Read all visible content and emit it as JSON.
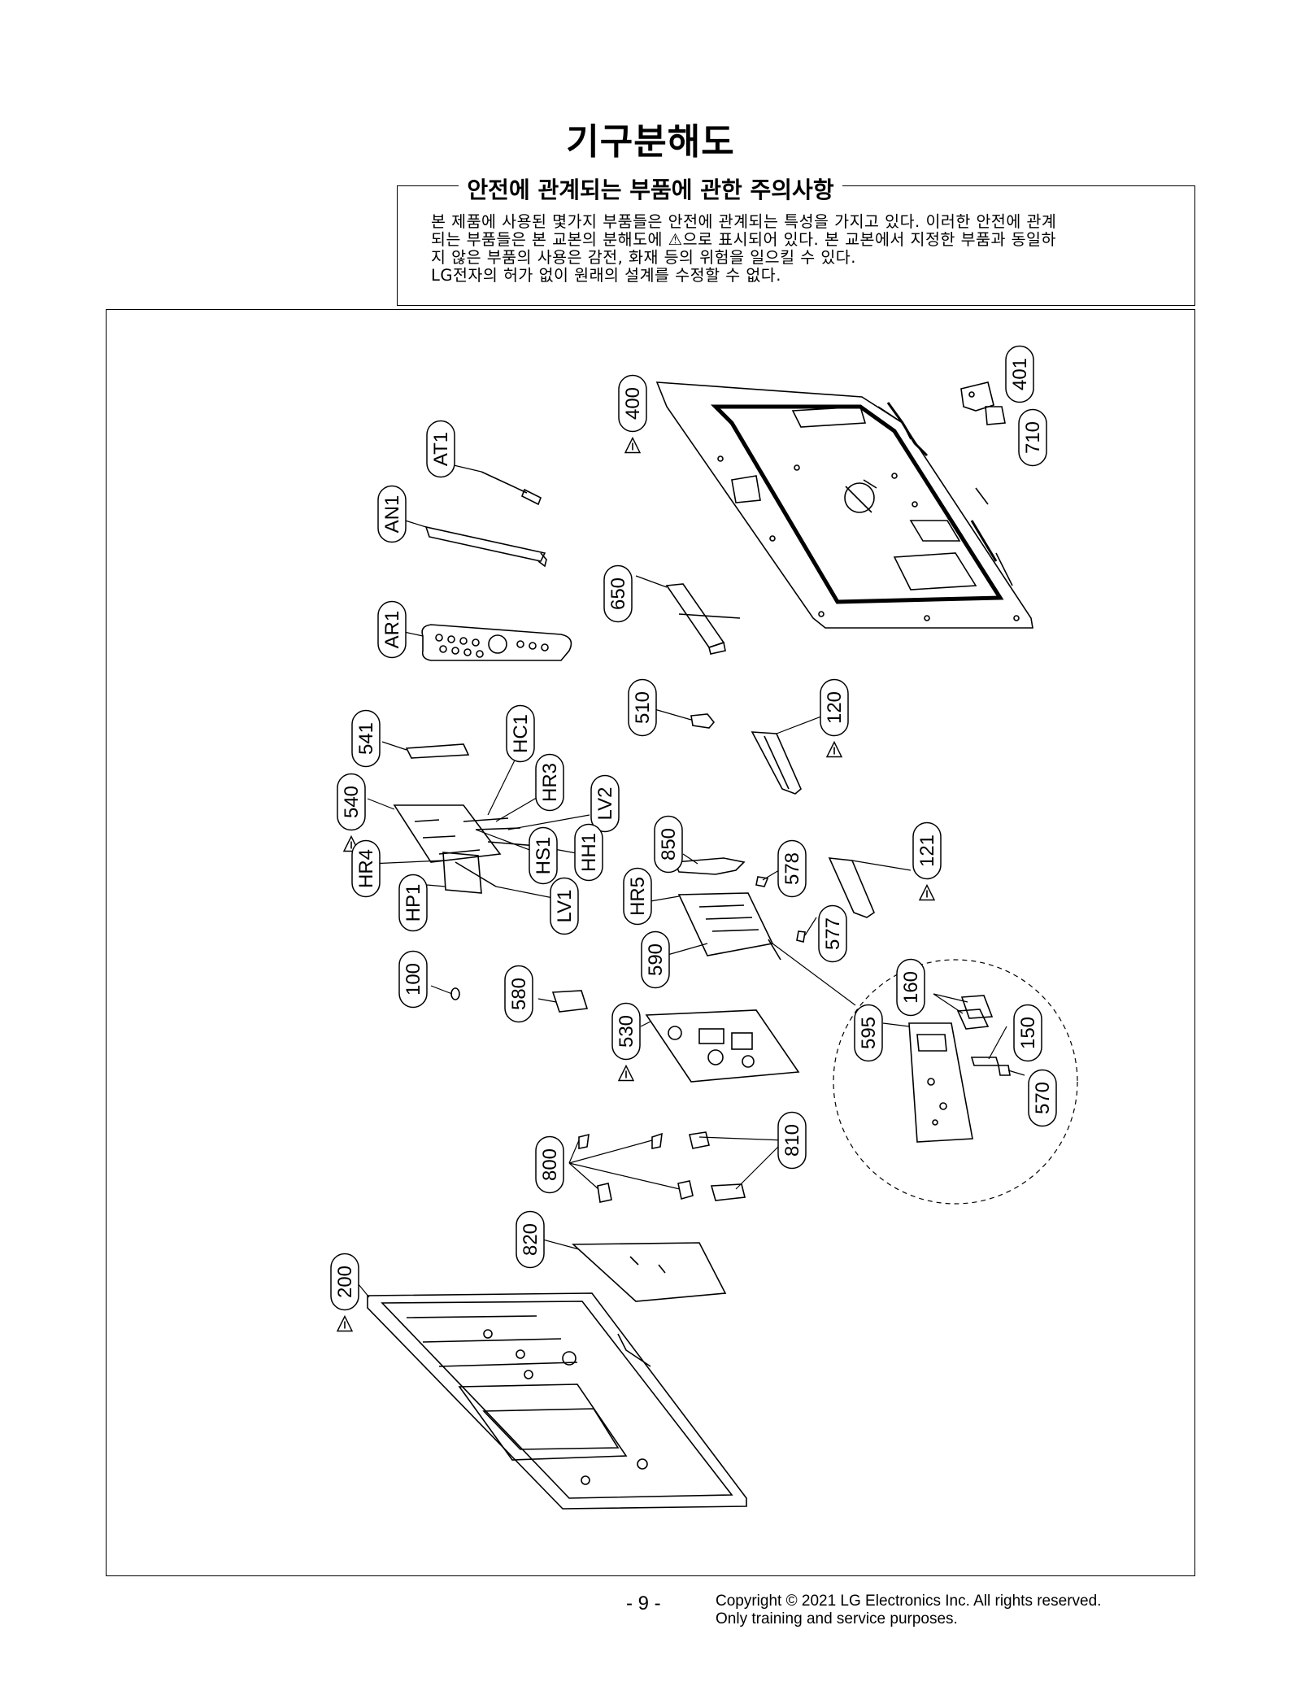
{
  "page": {
    "title": "기구분해도",
    "notice": {
      "heading": "안전에 관계되는 부품에 관한 주의사항",
      "lines": [
        "본 제품에 사용된 몇가지 부품들은 안전에 관계되는 특성을 가지고 있다. 이러한 안전에 관계",
        "되는 부품들은 본 교본의 분해도에 ⚠으로 표시되어 있다. 본 교본에서 지정한 부품과 동일하",
        "지 않은 부품의 사용은 감전, 화재 등의 위험을 일으킬 수 있다.",
        "LG전자의 허가 없이 원래의 설계를 수정할 수 없다."
      ]
    },
    "page_number": "- 9 -",
    "copyright": [
      "Copyright © 2021 LG Electronics Inc. All rights reserved.",
      "Only training and service purposes."
    ]
  },
  "parts": [
    {
      "id": "400",
      "safety": true
    },
    {
      "id": "401",
      "safety": false
    },
    {
      "id": "710",
      "safety": false
    },
    {
      "id": "AT1",
      "safety": false
    },
    {
      "id": "AN1",
      "safety": false
    },
    {
      "id": "650",
      "safety": false
    },
    {
      "id": "AR1",
      "safety": false
    },
    {
      "id": "510",
      "safety": false
    },
    {
      "id": "120",
      "safety": true
    },
    {
      "id": "541",
      "safety": false
    },
    {
      "id": "HC1",
      "safety": false
    },
    {
      "id": "HR3",
      "safety": false
    },
    {
      "id": "540",
      "safety": true
    },
    {
      "id": "LV2",
      "safety": false
    },
    {
      "id": "HH1",
      "safety": false
    },
    {
      "id": "HS1",
      "safety": false
    },
    {
      "id": "HR4",
      "safety": false
    },
    {
      "id": "HP1",
      "safety": false
    },
    {
      "id": "LV1",
      "safety": false
    },
    {
      "id": "850",
      "safety": false
    },
    {
      "id": "578",
      "safety": false
    },
    {
      "id": "121",
      "safety": true
    },
    {
      "id": "HR5",
      "safety": false
    },
    {
      "id": "577",
      "safety": false
    },
    {
      "id": "590",
      "safety": false
    },
    {
      "id": "100",
      "safety": false
    },
    {
      "id": "580",
      "safety": false
    },
    {
      "id": "530",
      "safety": true
    },
    {
      "id": "160",
      "safety": false
    },
    {
      "id": "595",
      "safety": false
    },
    {
      "id": "150",
      "safety": false
    },
    {
      "id": "570",
      "safety": false
    },
    {
      "id": "800",
      "safety": false
    },
    {
      "id": "810",
      "safety": false
    },
    {
      "id": "820",
      "safety": false
    },
    {
      "id": "200",
      "safety": true
    }
  ]
}
